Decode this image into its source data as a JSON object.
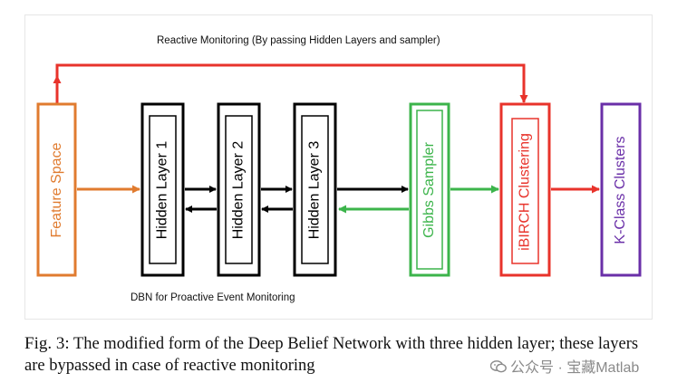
{
  "diagram": {
    "top_label": "Reactive Monitoring (By passing Hidden Layers and sampler)",
    "bottom_label": "DBN for Proactive Event Monitoring",
    "nodes": [
      {
        "id": "feature",
        "label": "Feature Space",
        "color": "#e07b2f"
      },
      {
        "id": "h1",
        "label": "Hidden Layer 1",
        "color": "#000000"
      },
      {
        "id": "h2",
        "label": "Hidden Layer 2",
        "color": "#000000"
      },
      {
        "id": "h3",
        "label": "Hidden Layer 3",
        "color": "#000000"
      },
      {
        "id": "gibbs",
        "label": "Gibbs Sampler",
        "color": "#3cb44b"
      },
      {
        "id": "ibirch",
        "label": "iBIRCH Clustering",
        "color": "#e8332b"
      },
      {
        "id": "kclass",
        "label": "K-Class Clusters",
        "color": "#6a2fa8"
      }
    ],
    "colors": {
      "orange": "#e07b2f",
      "black": "#000000",
      "green": "#3cb44b",
      "red": "#e8332b",
      "purple": "#6a2fa8"
    }
  },
  "caption": {
    "fig_label": "Fig. 3:",
    "text": "The modified form of the Deep Belief Network with three hidden layer; these layers are bypassed in case of reactive monitoring"
  },
  "watermark": {
    "text": "公众号 · 宝藏Matlab",
    "icon": "wechat-icon"
  }
}
